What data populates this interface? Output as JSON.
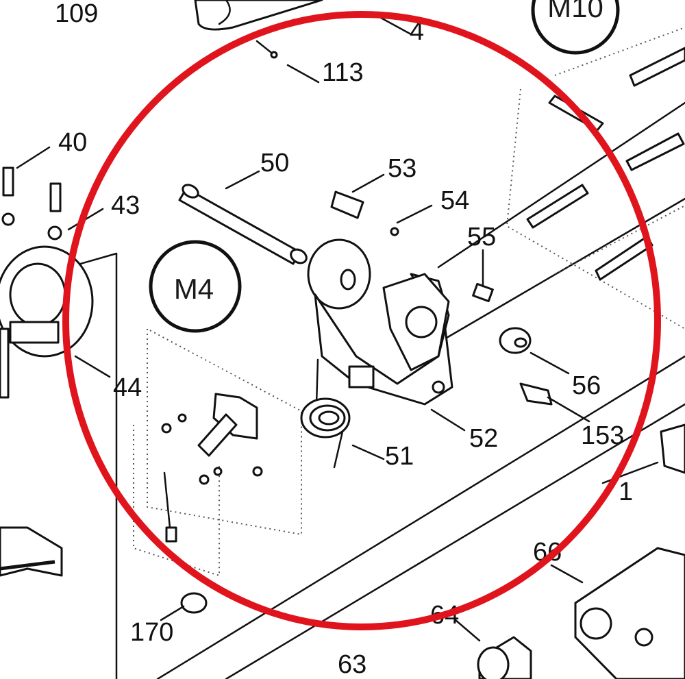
{
  "diagram": {
    "callouts": {
      "c109": "109",
      "c4": "4",
      "c113": "113",
      "c40": "40",
      "c43": "43",
      "c44": "44",
      "c50": "50",
      "c53": "53",
      "c54": "54",
      "c55": "55",
      "c56": "56",
      "c51": "51",
      "c52": "52",
      "c153": "153",
      "c1": "1",
      "c66": "66",
      "c64": "64",
      "c170": "170",
      "c63": "63"
    },
    "markers": {
      "m4": "M4",
      "m10": "M10"
    },
    "highlight_color": "#e0141c"
  }
}
